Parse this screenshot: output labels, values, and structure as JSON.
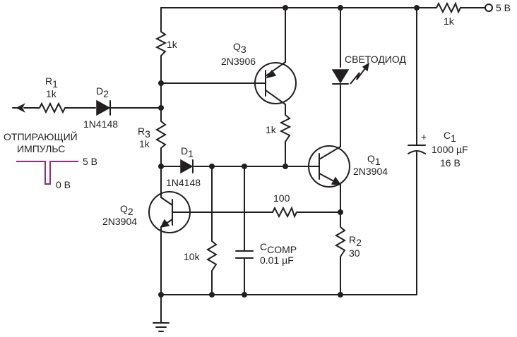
{
  "supply": {
    "voltage": "5 В",
    "resistor": "1k"
  },
  "pulse": {
    "label_line1": "ОТПИРАЮЩИЙ",
    "label_line2": "ИМПУЛЬС",
    "high": "5 В",
    "low": "0 В"
  },
  "r1": {
    "ref": "R",
    "sub": "1",
    "value": "1k"
  },
  "d2": {
    "ref": "D",
    "sub": "2",
    "part": "1N4148"
  },
  "r_top": {
    "value": "1k"
  },
  "r3": {
    "ref": "R",
    "sub": "3",
    "value": "1k"
  },
  "q3": {
    "ref": "Q",
    "sub": "3",
    "part": "2N3906"
  },
  "r_q3_collector": {
    "value": "1k"
  },
  "led": {
    "label": "СВЕТОДИОД"
  },
  "d1": {
    "ref": "D",
    "sub": "1",
    "part": "1N4148"
  },
  "q1": {
    "ref": "Q",
    "sub": "1",
    "part": "2N3904"
  },
  "q2": {
    "ref": "Q",
    "sub": "2",
    "part": "2N3904"
  },
  "r_feedback": {
    "value": "100"
  },
  "r2": {
    "ref": "R",
    "sub": "2",
    "value": "30"
  },
  "r_10k": {
    "value": "10k"
  },
  "ccomp": {
    "ref": "C",
    "sub": "COMP",
    "value": "0.01 µF"
  },
  "c1": {
    "ref": "C",
    "sub": "1",
    "value": "1000 µF",
    "voltage": "16 В",
    "polarity": "+"
  },
  "colors": {
    "wire": "#231f20",
    "pulse": "#9b2a83"
  }
}
